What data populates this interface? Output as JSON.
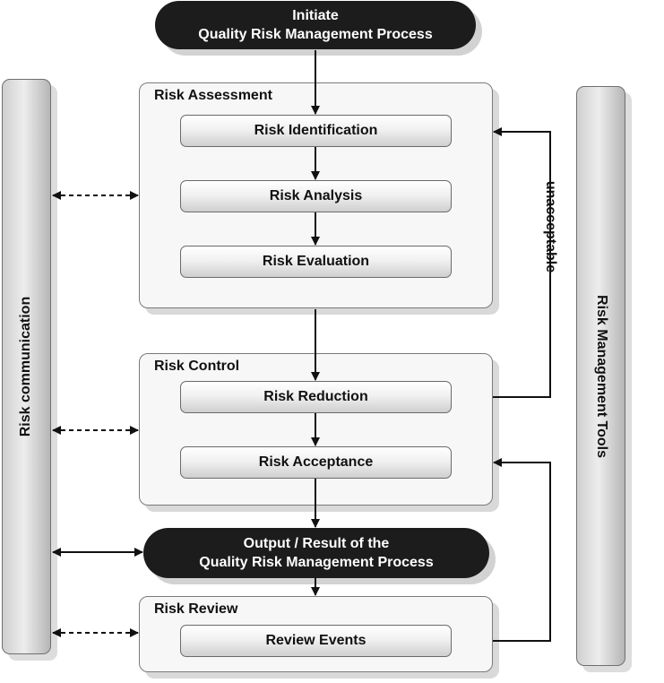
{
  "start": {
    "line1": "Initiate",
    "line2": "Quality Risk Management Process"
  },
  "risk_assessment": {
    "title": "Risk Assessment",
    "steps": [
      "Risk Identification",
      "Risk Analysis",
      "Risk Evaluation"
    ]
  },
  "risk_control": {
    "title": "Risk Control",
    "steps": [
      "Risk Reduction",
      "Risk Acceptance"
    ]
  },
  "output": {
    "line1": "Output / Result of the",
    "line2": "Quality Risk Management Process"
  },
  "risk_review": {
    "title": "Risk Review",
    "steps": [
      "Review Events"
    ]
  },
  "side": {
    "left_label": "Risk communication",
    "right_label": "Risk Management Tools"
  },
  "loop_label": "unacceptable"
}
